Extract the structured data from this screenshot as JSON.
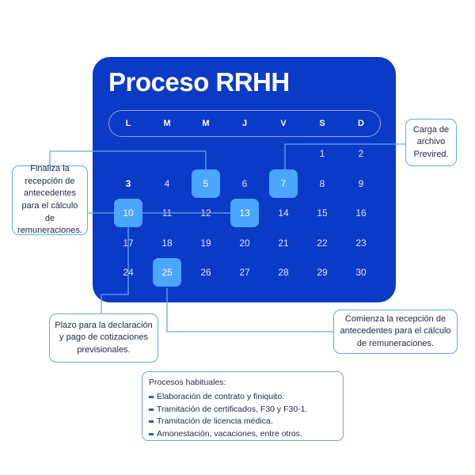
{
  "title": "Proceso RRHH",
  "weekdays": [
    "L",
    "M",
    "M",
    "J",
    "V",
    "S",
    "D"
  ],
  "weeks": [
    [
      "",
      "",
      "",
      "",
      "",
      "1",
      "2"
    ],
    [
      "3",
      "4",
      "5",
      "6",
      "7",
      "8",
      "9"
    ],
    [
      "10",
      "11",
      "12",
      "13",
      "14",
      "15",
      "16"
    ],
    [
      "17",
      "18",
      "19",
      "20",
      "21",
      "22",
      "23"
    ],
    [
      "24",
      "25",
      "26",
      "27",
      "28",
      "29",
      "30"
    ]
  ],
  "highlighted_days": [
    "5",
    "7",
    "10",
    "13",
    "25"
  ],
  "bold_days": [
    "3"
  ],
  "callouts": {
    "finaliza": "Finaliza la recepción de antecedentes para el cálculo de remuneraciones.",
    "carga": "Carga de archivo Previred.",
    "plazo": "Plazo para la declaración y pago de cotizaciones previsionales.",
    "comienza": "Comienza la recepción de antecedentes para el cálculo de remuneraciones."
  },
  "procesos": {
    "title": "Procesos habituales:",
    "items": [
      "Elaboración de contrato y finiquito.",
      "Tramitación de certificados, F30 y F30-1.",
      "Tramitación de licencia médica.",
      "Amonestación, vacaciones, entre otros."
    ]
  },
  "colors": {
    "calendar_bg": "#0b3ac7",
    "highlight": "#4aa6ff",
    "connector": "#62a9ef",
    "text_dark": "#1e2744"
  }
}
